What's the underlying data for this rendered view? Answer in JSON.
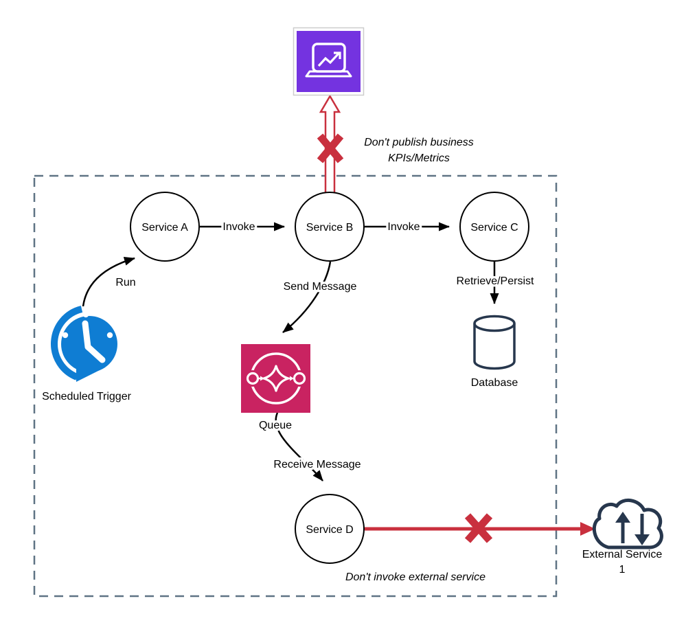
{
  "colors": {
    "forbidden_red": "#c9303e",
    "queue_pink": "#c92361",
    "trigger_blue": "#0f7dd3",
    "metrics_purple": "#7433e0",
    "boundary_dash_gray_blue": "#5f7384",
    "dark_navy": "#27374d",
    "node_stroke": "#000000"
  },
  "nodes": {
    "service_a": {
      "label": "Service A"
    },
    "service_b": {
      "label": "Service B"
    },
    "service_c": {
      "label": "Service C"
    },
    "service_d": {
      "label": "Service D"
    },
    "queue": {
      "label": "Queue",
      "icon": "sqs-queue-icon"
    },
    "database": {
      "label": "Database",
      "icon": "database-cylinder-icon"
    },
    "scheduled_trigger": {
      "label": "Scheduled Trigger",
      "icon": "clock-schedule-icon"
    },
    "external_service": {
      "label_line1": "External Service",
      "label_line2": "1",
      "icon": "cloud-upload-download-icon"
    },
    "metrics_dashboard": {
      "icon": "laptop-metrics-icon"
    }
  },
  "edges": {
    "run": {
      "label": "Run"
    },
    "invoke_a_b": {
      "label": "Invoke"
    },
    "invoke_b_c": {
      "label": "Invoke"
    },
    "send_message": {
      "label": "Send Message"
    },
    "receive_message": {
      "label": "Receive Message"
    },
    "retrieve_persist": {
      "label": "Retrieve/Persist"
    }
  },
  "annotations": {
    "dont_publish": {
      "line1": "Don't publish business",
      "line2": "KPIs/Metrics"
    },
    "dont_invoke": {
      "label": "Don't invoke external service"
    }
  }
}
